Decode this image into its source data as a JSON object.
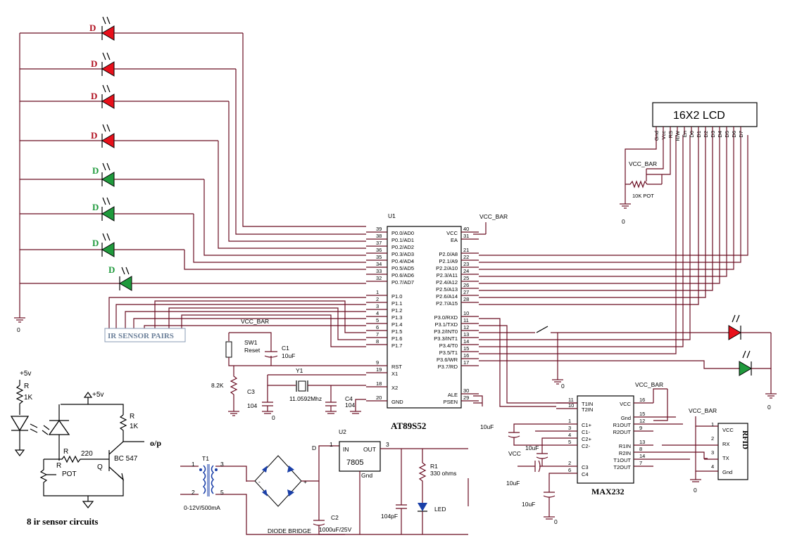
{
  "lcd": {
    "title": "16X2 LCD",
    "pins": [
      "Gnd",
      "Vcc",
      "RS",
      "R/W",
      "En",
      "D0",
      "D1",
      "D2",
      "D3",
      "D4",
      "D5",
      "D6",
      "D7"
    ],
    "vcc_label": "VCC_BAR",
    "pot_label": "10K POT",
    "gnd_label": "0"
  },
  "mcu": {
    "ref": "U1",
    "name": "AT89S52",
    "left_pins": [
      {
        "num": "39",
        "name": "P0.0/AD0"
      },
      {
        "num": "38",
        "name": "P0.1/AD1"
      },
      {
        "num": "37",
        "name": "P0.2/AD2"
      },
      {
        "num": "36",
        "name": "P0.3/AD3"
      },
      {
        "num": "35",
        "name": "P0.4/AD4"
      },
      {
        "num": "34",
        "name": "P0.5/AD5"
      },
      {
        "num": "33",
        "name": "P0.6/AD6"
      },
      {
        "num": "32",
        "name": "P0.7/AD7"
      },
      {
        "num": "1",
        "name": "P1.0"
      },
      {
        "num": "2",
        "name": "P1.1"
      },
      {
        "num": "3",
        "name": "P1.2"
      },
      {
        "num": "4",
        "name": "P1.3"
      },
      {
        "num": "5",
        "name": "P1.4"
      },
      {
        "num": "6",
        "name": "P1.5"
      },
      {
        "num": "7",
        "name": "P1.6"
      },
      {
        "num": "8",
        "name": "P1.7"
      },
      {
        "num": "9",
        "name": "RST"
      },
      {
        "num": "19",
        "name": "X1"
      },
      {
        "num": "18",
        "name": "X2"
      },
      {
        "num": "20",
        "name": "GND"
      }
    ],
    "right_pins": [
      {
        "num": "40",
        "name": "VCC"
      },
      {
        "num": "31",
        "name": "EA"
      },
      {
        "num": "21",
        "name": "P2.0/A8"
      },
      {
        "num": "22",
        "name": "P2.1/A9"
      },
      {
        "num": "23",
        "name": "P2.2/A10"
      },
      {
        "num": "24",
        "name": "P2.3/A11"
      },
      {
        "num": "25",
        "name": "P2.4/A12"
      },
      {
        "num": "26",
        "name": "P2.5/A13"
      },
      {
        "num": "27",
        "name": "P2.6/A14"
      },
      {
        "num": "28",
        "name": "P2.7/A15"
      },
      {
        "num": "10",
        "name": "P3.0/RXD"
      },
      {
        "num": "11",
        "name": "P3.1/TXD"
      },
      {
        "num": "12",
        "name": "P3.2/INT0"
      },
      {
        "num": "13",
        "name": "P3.3/INT1"
      },
      {
        "num": "14",
        "name": "P3.4/T0"
      },
      {
        "num": "15",
        "name": "P3.5/T1"
      },
      {
        "num": "16",
        "name": "P3.6/WR"
      },
      {
        "num": "17",
        "name": "P3.7/RD"
      },
      {
        "num": "30",
        "name": "ALE"
      },
      {
        "num": "29",
        "name": "PSEN"
      }
    ],
    "vcc_label": "VCC_BAR"
  },
  "max232": {
    "name": "MAX232",
    "vcc_label": "VCC_BAR",
    "left_pins": [
      {
        "num": "11",
        "name": "T1IN"
      },
      {
        "num": "10",
        "name": "T2IN"
      },
      {
        "num": "1",
        "name": "C1+"
      },
      {
        "num": "3",
        "name": "C1-"
      },
      {
        "num": "4",
        "name": "C2+"
      },
      {
        "num": "5",
        "name": "C2-"
      },
      {
        "num": "2",
        "name": "C3"
      },
      {
        "num": "6",
        "name": "C4"
      }
    ],
    "right_pins": [
      {
        "num": "16",
        "name": "VCC"
      },
      {
        "num": "15",
        "name": "Gnd"
      },
      {
        "num": "12",
        "name": "R1OUT"
      },
      {
        "num": "9",
        "name": "R2OUT"
      },
      {
        "num": "13",
        "name": "R1IN"
      },
      {
        "num": "8",
        "name": "R2IN"
      },
      {
        "num": "14",
        "name": "T1OUT"
      },
      {
        "num": "7",
        "name": "T2OUT"
      }
    ],
    "caps": [
      "10uF",
      "10uF",
      "10uF",
      "10uF"
    ],
    "vcc": "VCC"
  },
  "rfid": {
    "name": "RFID",
    "vcc_label": "VCC_BAR",
    "pins": [
      {
        "num": "1",
        "name": "VCC"
      },
      {
        "num": "2",
        "name": "RX"
      },
      {
        "num": "3",
        "name": "TX"
      },
      {
        "num": "4",
        "name": "Gnd"
      }
    ]
  },
  "leds": {
    "letter": "D",
    "gnd": "0"
  },
  "ir_label": "IR SENSOR PAIRS",
  "reset": {
    "vcc": "VCC_BAR",
    "sw": "SW1",
    "reset": "Reset",
    "c1": "C1",
    "c1v": "10uF",
    "r": "8.2K"
  },
  "crystal": {
    "y": "Y1",
    "freq": "11.0592Mhz",
    "c3": "C3",
    "c3v": "104",
    "c4": "C4",
    "c4v": "104"
  },
  "power": {
    "u2": "U2",
    "reg": "7805",
    "in": "IN",
    "out": "OUT",
    "gnd": "Gnd",
    "pin1": "1",
    "pin3": "3",
    "d": "D",
    "t1": "T1",
    "t1spec": "0-12V/500mA",
    "bridge": "DIODE BRIDGE",
    "c2": "C2",
    "c2v": "1000uF/25V",
    "c104": "104pF",
    "r1": "R1",
    "r1v": "330 ohms",
    "led": "LED",
    "p1": "1",
    "p2": "2",
    "p3": "3",
    "p5": "5",
    "plus": "+",
    "minus": "-"
  },
  "ir_circuit": {
    "caption": "8 ir sensor circuits",
    "vcc": "+5v",
    "r": "R",
    "r1k": "1K",
    "r220": "220",
    "rpot": "R",
    "pot": "POT",
    "q": "Q",
    "bc": "BC 547",
    "op": "o/p"
  },
  "grounds": {
    "zero": "0"
  }
}
